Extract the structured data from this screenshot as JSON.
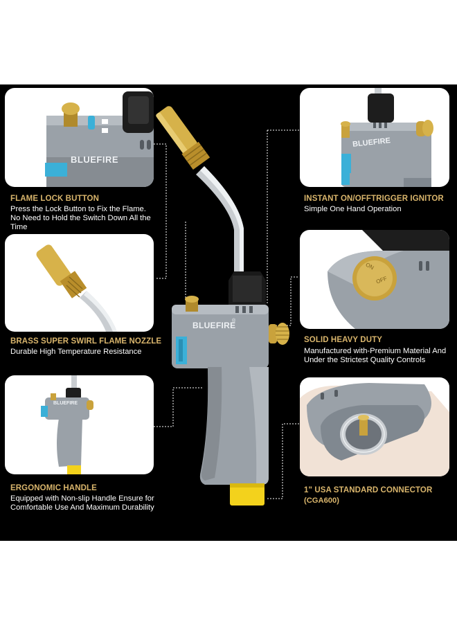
{
  "brand": {
    "logo_text": "BLUEFIRE",
    "logo_mark": "®"
  },
  "dial_labels": {
    "on": "ON",
    "off": "OFF"
  },
  "features": [
    {
      "title": "FLAME LOCK BUTTON",
      "description": "Press the Lock Button to Fix the Flame. No Need to Hold the Switch Down All the Time"
    },
    {
      "title": "BRASS SUPER SWIRL FLAME NOZZLE",
      "description": "Durable High Temperature Resistance"
    },
    {
      "title": "ERGONOMIC HANDLE",
      "description": "Equipped with Non-slip Handle Ensure for Comfortable Use And Maximum Durability"
    },
    {
      "title": "INSTANT ON/OFFTRIGGER IGNITOR",
      "description": "Simple One Hand Operation"
    },
    {
      "title": "SOLID HEAVY DUTY",
      "description": "Manufactured with-Premium Material And Under the Strictest Quality Controls"
    },
    {
      "title": "1\" USA STANDARD CONNECTOR",
      "description": "(CGA600)"
    }
  ],
  "colors": {
    "background_panel": "#000000",
    "title_gold": "#d9b56c",
    "body_gray": "#9aa1a8",
    "brass": "#c9a23c",
    "accent_blue": "#3bb0d8",
    "base_yellow": "#f3d21c"
  }
}
